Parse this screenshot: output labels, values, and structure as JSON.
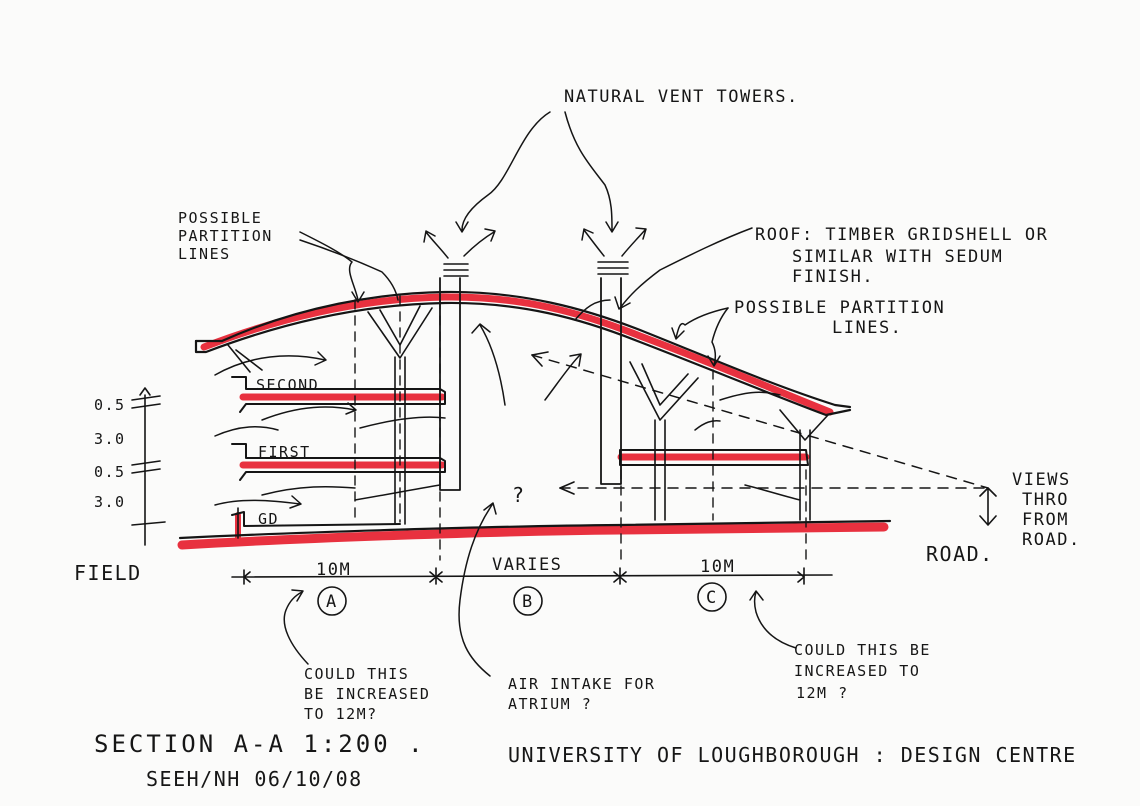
{
  "labels": {
    "natural_vent_towers": "NATURAL VENT TOWERS.",
    "possible_partition_left_1": "POSSIBLE",
    "possible_partition_left_2": "PARTITION",
    "possible_partition_left_3": "LINES",
    "roof_1": "ROOF: TIMBER GRIDSHELL OR",
    "roof_2": "SIMILAR WITH SEDUM",
    "roof_3": "FINISH.",
    "possible_partition_right_1": "POSSIBLE PARTITION",
    "possible_partition_right_2": "LINES.",
    "floor_second": "SECOND",
    "floor_first": "FIRST",
    "floor_gd": "GD",
    "dim_top": "0.5",
    "dim_upper": "3.0",
    "dim_mid": "0.5",
    "dim_lower": "3.0",
    "field": "FIELD",
    "road": "ROAD.",
    "views_1": "VIEWS",
    "views_2": "THRO",
    "views_3": "FROM",
    "views_4": "ROAD.",
    "span_a": "10M",
    "span_b": "VARIES",
    "span_c": "10M",
    "zone_a": "A",
    "zone_b": "B",
    "zone_c": "C",
    "question": "?",
    "note_a_1": "COULD THIS",
    "note_a_2": "BE INCREASED",
    "note_a_3": "TO 12M?",
    "note_b_1": "AIR INTAKE FOR",
    "note_b_2": "ATRIUM ?",
    "note_c_1": "COULD THIS BE",
    "note_c_2": "INCREASED TO",
    "note_c_3": "12M ?",
    "section_title": "SECTION A-A  1:200 .",
    "section_sub": "SEEH/NH  06/10/08",
    "project": "UNIVERSITY OF LOUGHBOROUGH : DESIGN CENTRE"
  }
}
